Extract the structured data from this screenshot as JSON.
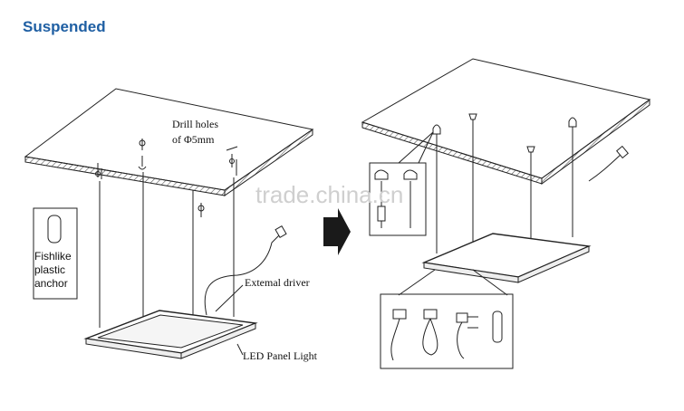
{
  "title": "Suspended",
  "labels": {
    "drill_holes_line1": "Drill holes",
    "drill_holes_line2": "of Φ5mm",
    "external_driver": "Extemal driver",
    "led_panel_light": "LED Panel Light",
    "anchor_line1": "Fishlike",
    "anchor_line2": "plastic",
    "anchor_line3": "anchor"
  },
  "watermark": "trade.china.cn",
  "colors": {
    "title": "#1f5fa3",
    "line": "#222222",
    "hatch": "#555555"
  }
}
